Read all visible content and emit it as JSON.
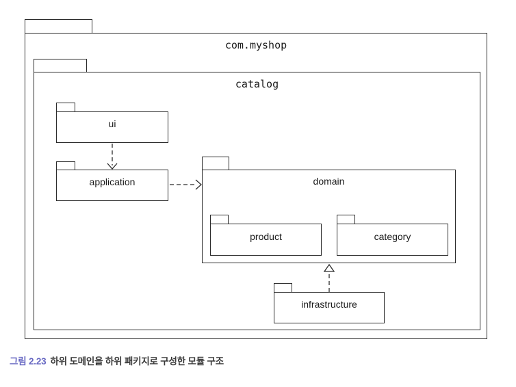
{
  "figure": {
    "type": "uml-package-diagram",
    "packages": {
      "root": {
        "label": "com.myshop"
      },
      "catalog": {
        "label": "catalog"
      },
      "ui": {
        "label": "ui"
      },
      "application": {
        "label": "application"
      },
      "domain": {
        "label": "domain"
      },
      "product": {
        "label": "product"
      },
      "category": {
        "label": "category"
      },
      "infrastructure": {
        "label": "infrastructure"
      }
    },
    "containment": {
      "root": [
        "catalog"
      ],
      "catalog": [
        "ui",
        "application",
        "domain",
        "infrastructure"
      ],
      "domain": [
        "product",
        "category"
      ]
    },
    "relations": [
      {
        "from": "ui",
        "to": "application",
        "type": "dependency",
        "style": "dashed-open-arrow"
      },
      {
        "from": "application",
        "to": "domain",
        "type": "dependency",
        "style": "dashed-open-arrow"
      },
      {
        "from": "infrastructure",
        "to": "domain",
        "type": "realization",
        "style": "dashed-hollow-triangle"
      }
    ]
  },
  "caption": {
    "label": "그림 2.23",
    "text": "하위 도메인을 하위 패키지로 구성한 모듈 구조",
    "label_color": "#6667C2",
    "text_color": "#3a3a3a"
  },
  "colors": {
    "line": "#2b2b2b",
    "background": "#ffffff"
  }
}
